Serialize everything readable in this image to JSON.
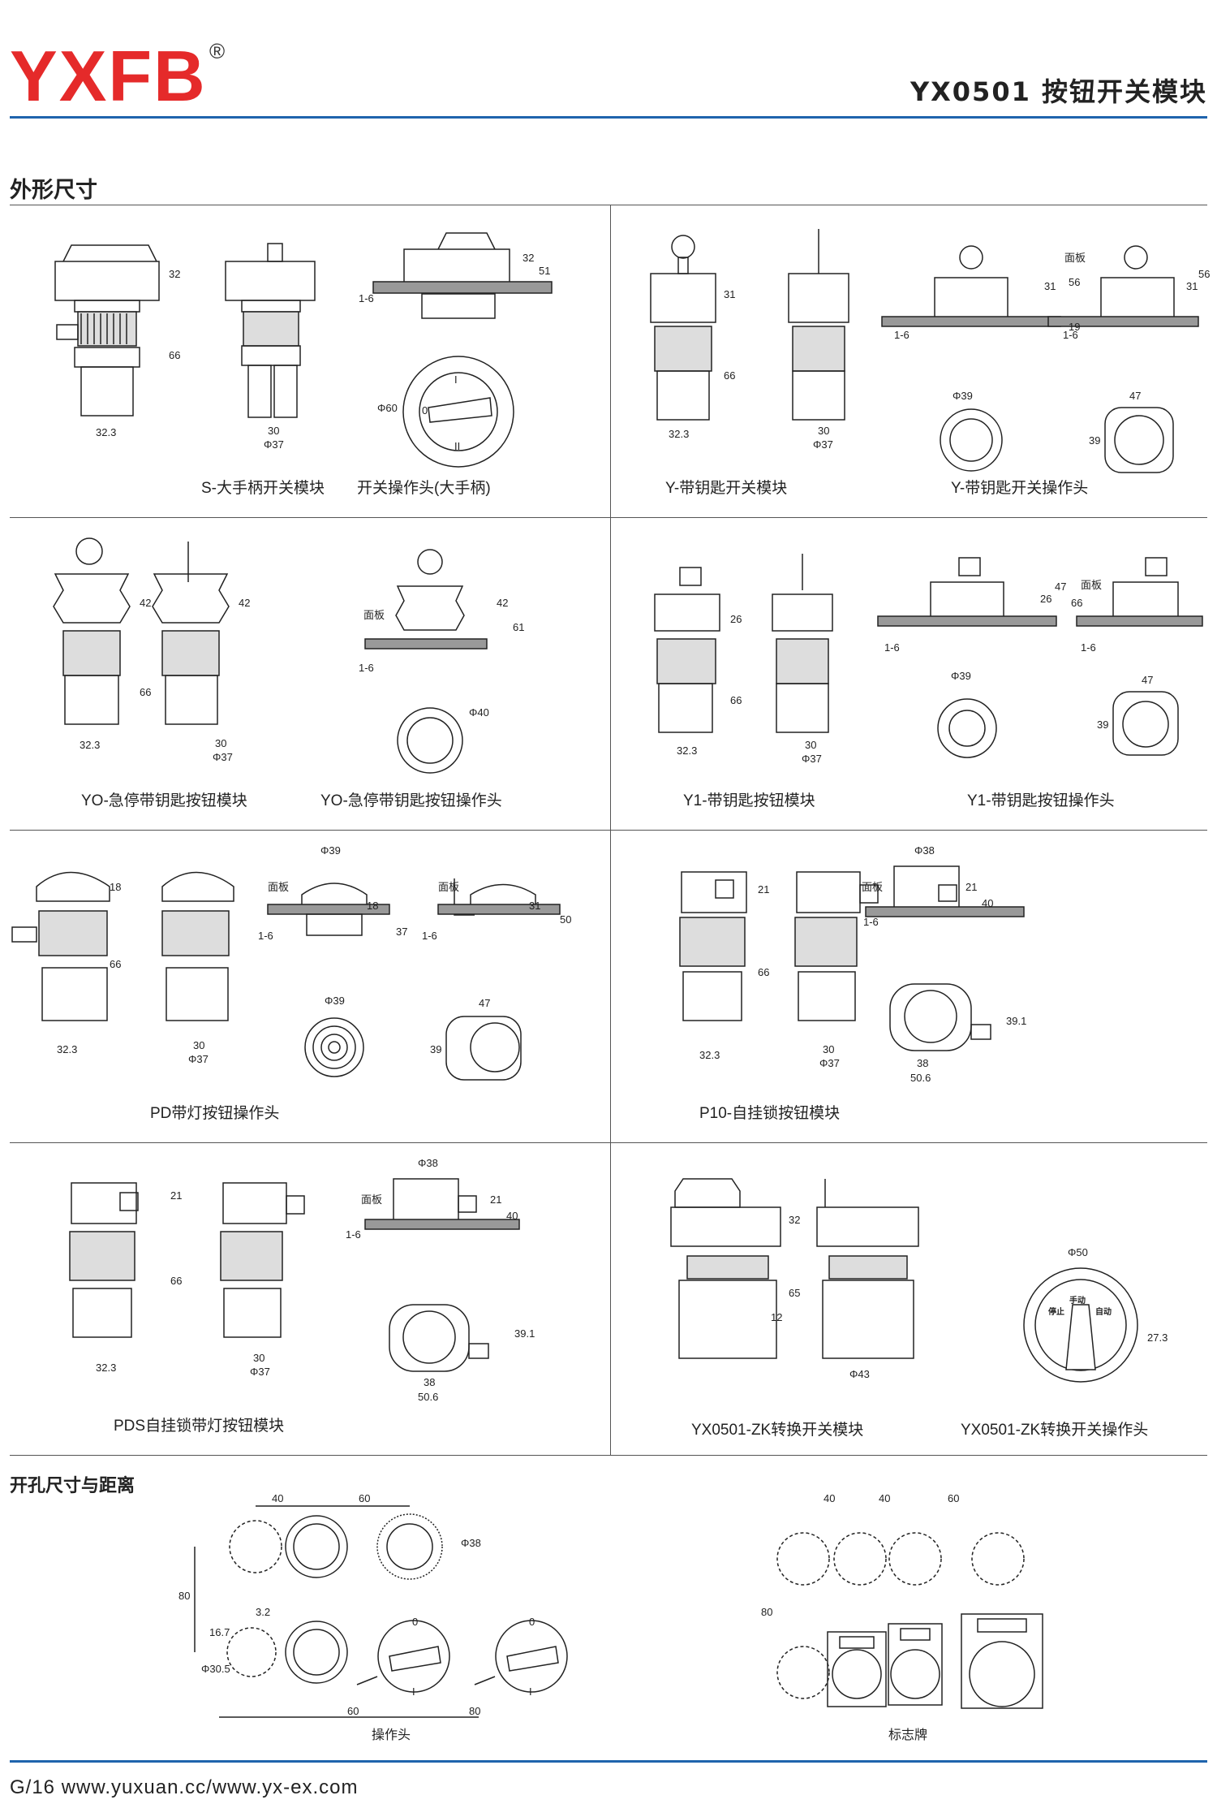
{
  "header": {
    "brand": "YXFB",
    "registered": "®",
    "title": "YX0501 按钮开关模块"
  },
  "section_outline": {
    "title": "外形尺寸"
  },
  "panels": [
    {
      "id": "s",
      "captions": [
        "S-大手柄开关模块",
        "开关操作头(大手柄)"
      ],
      "dims": [
        "32",
        "66",
        "32.3",
        "30",
        "Φ37",
        "32",
        "51",
        "1-6",
        "Φ60"
      ],
      "dial": [
        "0",
        "I",
        "II"
      ]
    },
    {
      "id": "y",
      "captions": [
        "Y-带钥匙开关模块",
        "Y-带钥匙开关操作头"
      ],
      "dims": [
        "31",
        "66",
        "32.3",
        "30",
        "Φ37",
        "56",
        "31",
        "19",
        "1-6",
        "Φ39",
        "面板",
        "56",
        "31",
        "1-6",
        "47",
        "39"
      ]
    },
    {
      "id": "yo",
      "captions": [
        "YO-急停带钥匙按钮模块",
        "YO-急停带钥匙按钮操作头"
      ],
      "dims": [
        "42",
        "66",
        "32.3",
        "42",
        "30",
        "Φ37",
        "面板",
        "42",
        "61",
        "1-6",
        "Φ40"
      ]
    },
    {
      "id": "y1",
      "captions": [
        "Y1-带钥匙按钮模块",
        "Y1-带钥匙按钮操作头"
      ],
      "dims": [
        "26",
        "66",
        "32.3",
        "30",
        "Φ37",
        "26",
        "47",
        "66",
        "1-6",
        "Φ39",
        "面板",
        "1-6",
        "47",
        "39"
      ]
    },
    {
      "id": "pd",
      "captions": [
        "PD带灯按钮操作头"
      ],
      "dims": [
        "18",
        "66",
        "32.3",
        "30",
        "Φ37",
        "Φ39",
        "面板",
        "18",
        "37",
        "1-6",
        "Φ39",
        "面板",
        "31",
        "50",
        "1-6",
        "47",
        "39"
      ]
    },
    {
      "id": "p10",
      "captions": [
        "P10-自挂锁按钮模块"
      ],
      "dims": [
        "21",
        "66",
        "32.3",
        "30",
        "Φ37",
        "Φ38",
        "面板",
        "21",
        "40",
        "1-6",
        "39.1",
        "38",
        "50.6"
      ]
    },
    {
      "id": "pds",
      "captions": [
        "PDS自挂锁带灯按钮模块"
      ],
      "dims": [
        "21",
        "66",
        "32.3",
        "30",
        "Φ37",
        "Φ38",
        "面板",
        "21",
        "40",
        "1-6",
        "39.1",
        "38",
        "50.6"
      ]
    },
    {
      "id": "zk",
      "captions": [
        "YX0501-ZK转换开关模块",
        "YX0501-ZK转换开关操作头"
      ],
      "dims": [
        "32",
        "65",
        "12",
        "Φ43",
        "Φ50",
        "27.3"
      ],
      "dial": [
        "停止",
        "手动",
        "自动"
      ]
    }
  ],
  "section_cutout": {
    "title": "开孔尺寸与距离"
  },
  "cutout_left": {
    "caption": "操作头",
    "dims": [
      "40",
      "60",
      "Φ38",
      "80",
      "3.2",
      "16.7",
      "Φ30.5",
      "60",
      "80"
    ],
    "dial": [
      "0",
      "I"
    ]
  },
  "cutout_right": {
    "caption": "标志牌",
    "dims": [
      "40",
      "40",
      "60",
      "80"
    ]
  },
  "footer": {
    "text": "G/16  www.yuxuan.cc/www.yx-ex.com"
  }
}
